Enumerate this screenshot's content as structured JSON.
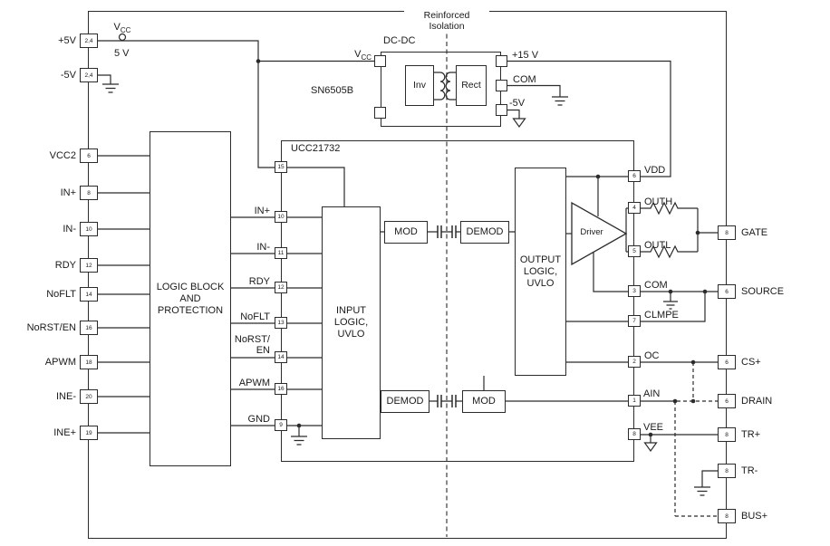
{
  "board": {
    "isolation_label": "Reinforced\nIsolation",
    "vcc_base": "V",
    "vcc_sub": "CC",
    "rail_label": "5 V"
  },
  "dcdc": {
    "title": "DC-DC",
    "part": "SN6505B",
    "vcc_base": "V",
    "vcc_sub": "CC",
    "inv_label": "Inv",
    "rect_label": "Rect",
    "out_15v": "+15 V",
    "out_com": "COM",
    "out_neg5": "-5V"
  },
  "left_connector": {
    "pins": [
      {
        "label": "+5V",
        "num": "2,4"
      },
      {
        "label": "-5V",
        "num": "2,4"
      },
      {
        "label": "VCC2",
        "num": "6"
      },
      {
        "label": "IN+",
        "num": "8"
      },
      {
        "label": "IN-",
        "num": "10"
      },
      {
        "label": "RDY",
        "num": "12"
      },
      {
        "label": "NoFLT",
        "num": "14"
      },
      {
        "label": "NoRST/EN",
        "num": "16"
      },
      {
        "label": "APWM",
        "num": "18"
      },
      {
        "label": "INE-",
        "num": "20"
      },
      {
        "label": "INE+",
        "num": "19"
      }
    ]
  },
  "logic_block": {
    "label": "LOGIC BLOCK\nAND\nPROTECTION"
  },
  "ic": {
    "part": "UCC21732",
    "top_pin_num": "15",
    "left_pins": [
      {
        "label": "IN+",
        "num": "10"
      },
      {
        "label": "IN-",
        "num": "11"
      },
      {
        "label": "RDY",
        "num": "12"
      },
      {
        "label": "NoFLT",
        "num": "13"
      },
      {
        "label": "NoRST/\nEN",
        "num": "14"
      },
      {
        "label": "APWM",
        "num": "16"
      },
      {
        "label": "GND",
        "num": "9"
      }
    ],
    "right_pins": [
      {
        "label": "VDD",
        "num": "6"
      },
      {
        "label": "OUTH",
        "num": "4"
      },
      {
        "label": "OUTL",
        "num": "5"
      },
      {
        "label": "COM",
        "num": "3"
      },
      {
        "label": "CLMPE",
        "num": "7"
      },
      {
        "label": "OC",
        "num": "2"
      },
      {
        "label": "AIN",
        "num": "1"
      },
      {
        "label": "VEE",
        "num": "8"
      }
    ],
    "input_logic": "INPUT\nLOGIC,\nUVLO",
    "output_logic": "OUTPUT\nLOGIC,\nUVLO",
    "mod_top": "MOD",
    "demod_top": "DEMOD",
    "demod_bottom": "DEMOD",
    "mod_bottom": "MOD",
    "driver": "Driver"
  },
  "right_connector": {
    "pins": [
      {
        "label": "GATE",
        "num": "8"
      },
      {
        "label": "SOURCE",
        "num": "6"
      },
      {
        "label": "CS+",
        "num": "6"
      },
      {
        "label": "DRAIN",
        "num": "6"
      },
      {
        "label": "TR+",
        "num": "8"
      },
      {
        "label": "TR-",
        "num": "8"
      },
      {
        "label": "BUS+",
        "num": "8"
      }
    ]
  }
}
